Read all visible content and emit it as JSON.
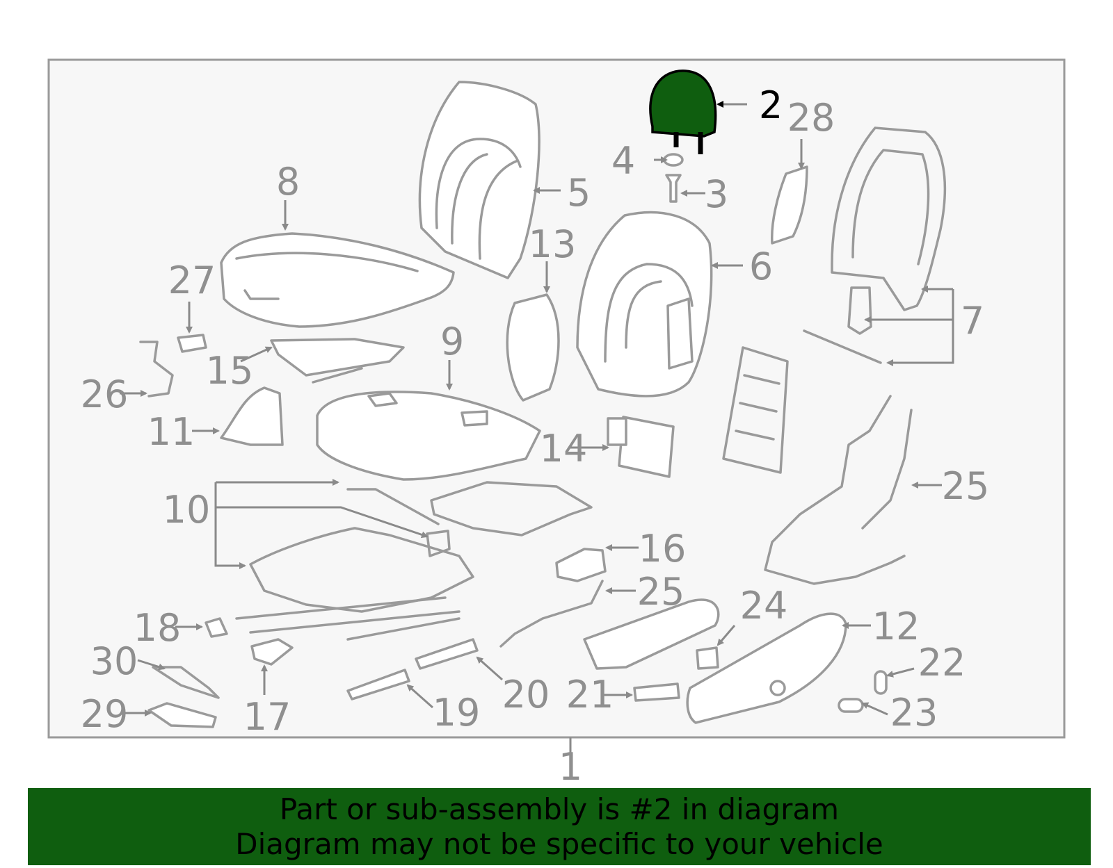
{
  "highlight_color": "#0f5e0f",
  "highlighted_part": "2",
  "callouts": {
    "c1": "1",
    "c2": "2",
    "c3": "3",
    "c4": "4",
    "c5": "5",
    "c6": "6",
    "c7": "7",
    "c8": "8",
    "c9": "9",
    "c10": "10",
    "c11": "11",
    "c12": "12",
    "c13": "13",
    "c14": "14",
    "c15": "15",
    "c16": "16",
    "c17": "17",
    "c18": "18",
    "c19": "19",
    "c20": "20",
    "c21": "21",
    "c22": "22",
    "c23": "23",
    "c24": "24",
    "c25a": "25",
    "c25b": "25",
    "c26": "26",
    "c27": "27",
    "c28": "28",
    "c29": "29",
    "c30": "30"
  },
  "banner": {
    "line1": "Part or sub-assembly is #2 in diagram",
    "line2": "Diagram may not be specific to your vehicle"
  }
}
